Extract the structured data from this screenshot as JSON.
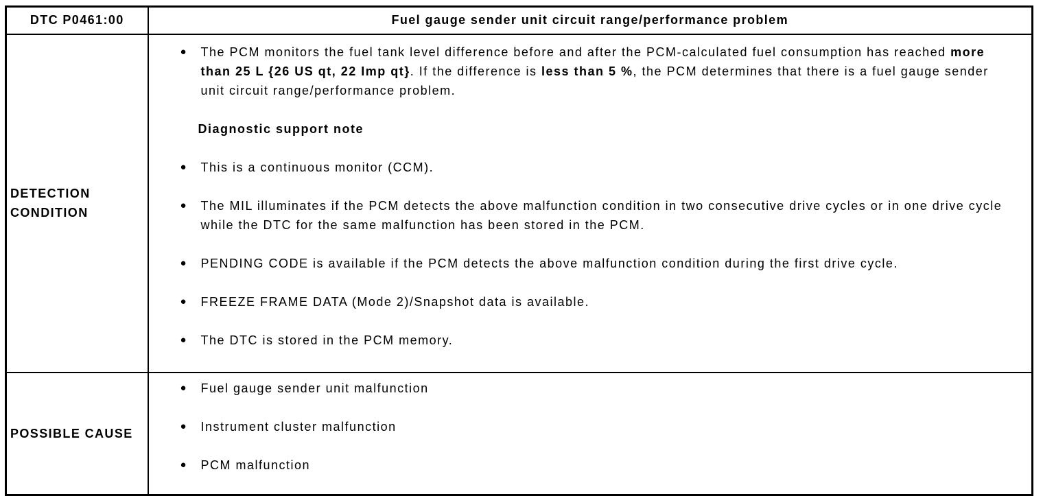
{
  "glyphs": {
    "bullet": "●"
  },
  "table": {
    "header": {
      "code": "DTC P0461:00",
      "title": "Fuel gauge sender unit circuit range/performance problem"
    },
    "detection": {
      "label": "DETECTION CONDITION",
      "bullet1": {
        "seg1": "The PCM monitors the fuel tank level difference before and after the PCM-calculated fuel consumption has reached ",
        "bold1": "more than 25 L {26 US qt, 22 Imp qt}",
        "seg2": ". If the difference is ",
        "bold2": "less than 5 %",
        "seg3": ", the PCM determines that there is a fuel gauge sender unit circuit range/performance problem."
      },
      "subheading": "Diagnostic support note",
      "bullets": [
        "This is a continuous monitor (CCM).",
        "The MIL illuminates if the PCM detects the above malfunction condition in two consecutive drive cycles or in one drive cycle while the DTC for the same malfunction has been stored in the PCM.",
        "PENDING CODE is available if the PCM detects the above malfunction condition during the first drive cycle.",
        "FREEZE FRAME DATA (Mode 2)/Snapshot data is available.",
        "The DTC is stored in the PCM memory."
      ]
    },
    "possible_cause": {
      "label": "POSSIBLE CAUSE",
      "bullets": [
        "Fuel gauge sender unit malfunction",
        "Instrument cluster malfunction",
        "PCM malfunction"
      ]
    }
  }
}
